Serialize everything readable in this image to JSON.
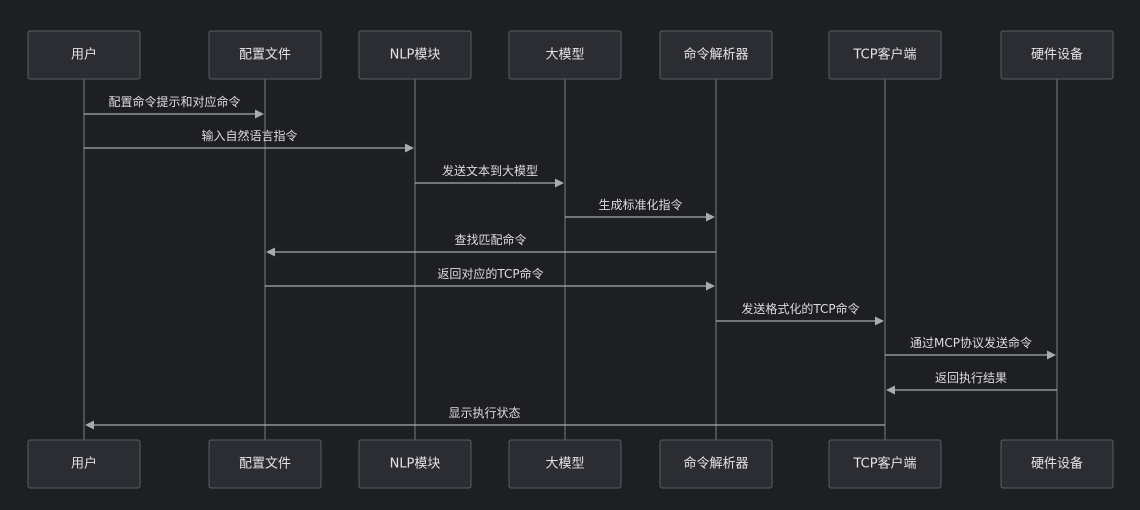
{
  "diagram": {
    "actors": [
      {
        "id": "user",
        "label": "用户"
      },
      {
        "id": "config",
        "label": "配置文件"
      },
      {
        "id": "nlp",
        "label": "NLP模块"
      },
      {
        "id": "llm",
        "label": "大模型"
      },
      {
        "id": "parser",
        "label": "命令解析器"
      },
      {
        "id": "tcp",
        "label": "TCP客户端"
      },
      {
        "id": "hw",
        "label": "硬件设备"
      }
    ],
    "messages": [
      {
        "from": "user",
        "to": "config",
        "label": "配置命令提示和对应命令"
      },
      {
        "from": "user",
        "to": "nlp",
        "label": "输入自然语言指令"
      },
      {
        "from": "nlp",
        "to": "llm",
        "label": "发送文本到大模型"
      },
      {
        "from": "llm",
        "to": "parser",
        "label": "生成标准化指令"
      },
      {
        "from": "parser",
        "to": "config",
        "label": "查找匹配命令"
      },
      {
        "from": "config",
        "to": "parser",
        "label": "返回对应的TCP命令"
      },
      {
        "from": "parser",
        "to": "tcp",
        "label": "发送格式化的TCP命令"
      },
      {
        "from": "tcp",
        "to": "hw",
        "label": "通过MCP协议发送命令"
      },
      {
        "from": "hw",
        "to": "tcp",
        "label": "返回执行结果"
      },
      {
        "from": "tcp",
        "to": "user",
        "label": "显示执行状态"
      }
    ]
  }
}
